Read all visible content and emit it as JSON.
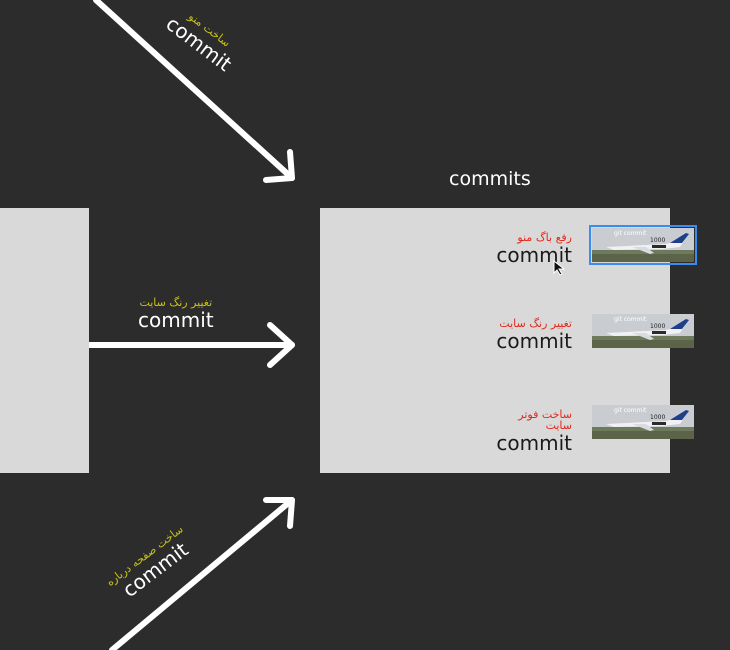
{
  "arrows": {
    "top": {
      "message": "ساخت منو",
      "label": "commit"
    },
    "middle": {
      "message": "تغییر رنگ سایت",
      "label": "commit"
    },
    "bottom": {
      "message": "ساخت صفحه درباره",
      "label": "commit"
    }
  },
  "panel": {
    "title": "commits",
    "items": [
      {
        "message": "رفع باگ منو",
        "label": "commit",
        "thumbnail_caption": "git commit",
        "selected": true
      },
      {
        "message": "تغییر رنگ سایت",
        "label": "commit",
        "thumbnail_caption": "git commit",
        "selected": false
      },
      {
        "message": "ساخت فوتر سایت",
        "label": "commit",
        "thumbnail_caption": "git commit",
        "selected": false
      }
    ]
  },
  "colors": {
    "background": "#2c2c2c",
    "panel": "#d9d9d9",
    "arrow": "#ffffff",
    "arrow_message": "#c9c21a",
    "item_message": "#e0291c",
    "selection": "#3b8cf0"
  },
  "icons": {
    "pointer": "cursor-icon",
    "thumbnail": "airplane-thumbnail-icon"
  }
}
